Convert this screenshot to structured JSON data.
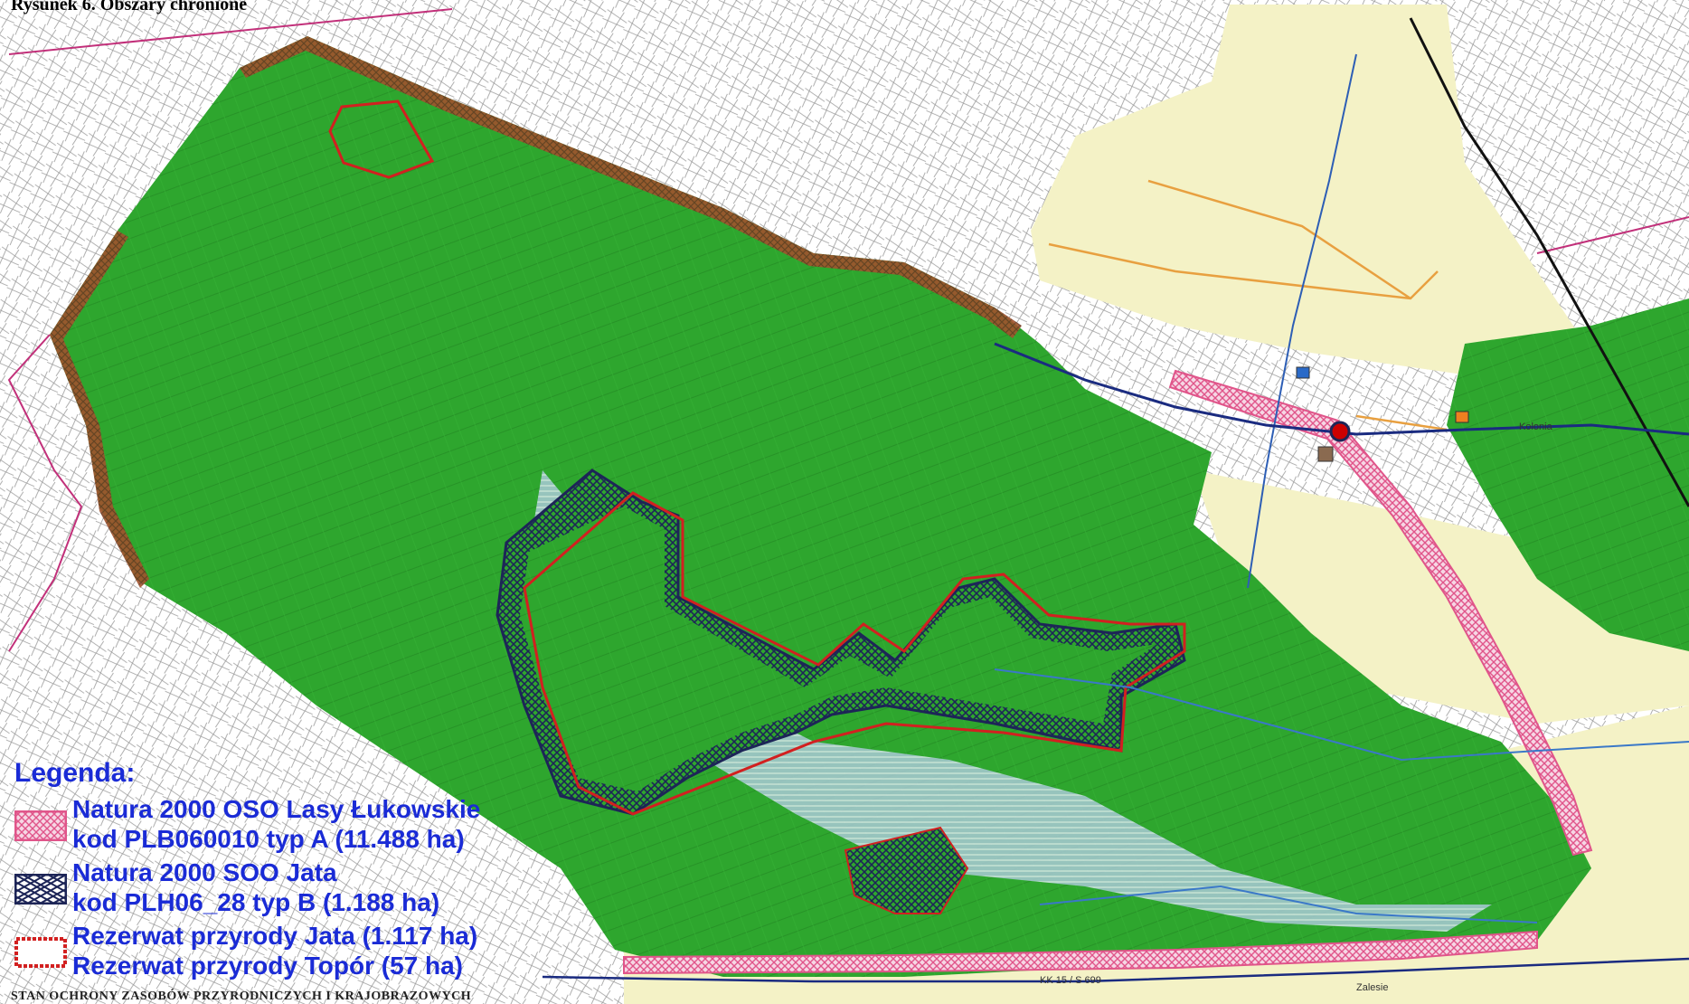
{
  "figure": {
    "title": "Rysunek 6. Obszary chronione",
    "bottom_caption": "STAN OCHRONY ZASOBÓW PRZYRODNICZYCH I KRAJOBRAZOWYCH"
  },
  "colors": {
    "forest": "#2ea62e",
    "farmland": "#f4f2c6",
    "base_map": "#ffffff",
    "natura_oso_pink": "#e0558a",
    "natura_soo_navy": "#1d2557",
    "reserve_red": "#d22020",
    "legend_text": "#1a2bd6",
    "boundary_magenta": "#c2307a",
    "gas_orange": "#e8a040",
    "water_blue": "#3a78c8"
  },
  "legend": {
    "title": "Legenda:",
    "items": [
      {
        "id": "oso",
        "swatch_icon": "pink-crosshatch-icon",
        "lines": [
          "Natura 2000 OSO Lasy Łukowskie",
          "kod PLB060010 typ A (11.488 ha)"
        ]
      },
      {
        "id": "soo",
        "swatch_icon": "navy-crosshatch-icon",
        "lines": [
          "Natura 2000 SOO Jata",
          "kod PLH06_28 typ B (1.188 ha)"
        ]
      },
      {
        "id": "reserve",
        "swatch_icon": "red-outline-icon",
        "lines": [
          "Rezerwat przyrody Jata (1.117 ha)",
          "Rezerwat przyrody Topór (57 ha)"
        ]
      }
    ]
  },
  "map_labels": {
    "road": "KK 15 / S 699",
    "village_bottom": "Zalesie",
    "village_right": "Kolonia"
  }
}
